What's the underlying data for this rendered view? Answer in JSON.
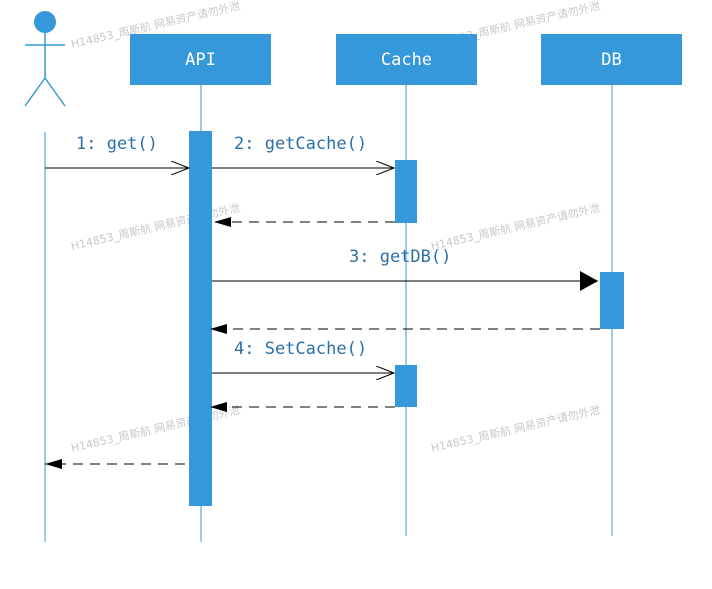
{
  "participants": {
    "api": "API",
    "cache": "Cache",
    "db": "DB"
  },
  "messages": {
    "m1": "1: get()",
    "m2": "2: getCache()",
    "m3": "3: getDB()",
    "m4": "4: SetCache()"
  },
  "watermark": "H14853_周斯航 网易资产请勿外泄",
  "colors": {
    "participant_fill": "#3498db",
    "lifeline": "#3498db",
    "arrow": "#000000",
    "label_text": "#2b6fa8"
  }
}
